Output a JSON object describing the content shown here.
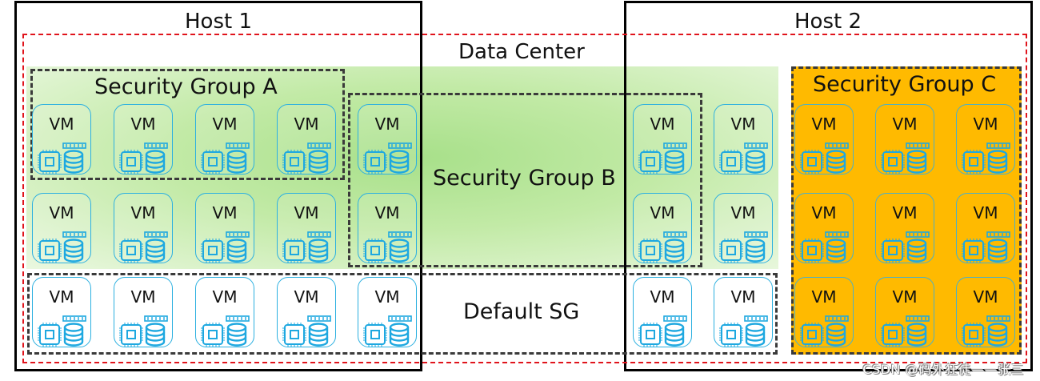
{
  "hosts": [
    {
      "label": "Host 1"
    },
    {
      "label": "Host 2"
    }
  ],
  "data_center": {
    "label": "Data Center",
    "border_color": "#e0141c"
  },
  "security_groups": {
    "a": {
      "label": "Security Group A"
    },
    "b": {
      "label": "Security Group B"
    },
    "c": {
      "label": "Security Group C",
      "fill_color": "#ffba00"
    },
    "default": {
      "label": "Default SG"
    }
  },
  "vm_label": "VM",
  "vm_icon": [
    "cpu-chip-icon",
    "memory-module-icon",
    "database-icon"
  ],
  "vm_grid": {
    "host1": {
      "rows": 3,
      "cols": 5,
      "membership": [
        [
          "Security Group A",
          "Security Group A",
          "Security Group A",
          "Security Group A",
          "Security Group B"
        ],
        [
          "none",
          "none",
          "none",
          "none",
          "Security Group B"
        ],
        [
          "Default SG",
          "Default SG",
          "Default SG",
          "Default SG",
          "Default SG"
        ]
      ]
    },
    "host2": {
      "rows": 3,
      "cols": 5,
      "membership": [
        [
          "Security Group B",
          "none",
          "Security Group C",
          "Security Group C",
          "Security Group C"
        ],
        [
          "Security Group B",
          "none",
          "Security Group C",
          "Security Group C",
          "Security Group C"
        ],
        [
          "Default SG",
          "Default SG",
          "Security Group C",
          "Security Group C",
          "Security Group C"
        ]
      ]
    }
  },
  "watermark": "CSDN @码外狂徒——张三",
  "colors": {
    "host_border": "#000000",
    "sg_border": "#3a3a3a",
    "vm_border": "#2cb0e0",
    "vm_icon": "#1ea8e0",
    "green_zone": "#b8e6a0"
  }
}
